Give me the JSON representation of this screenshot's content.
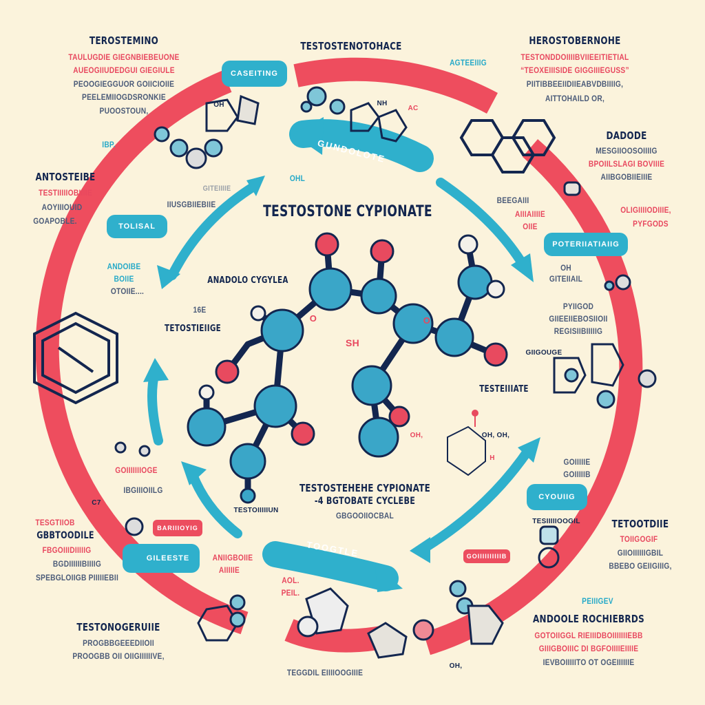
{
  "colors": {
    "background": "#fbf3dc",
    "ring": "#ee4d5e",
    "arrows": "#2fb0cc",
    "atom_blue": "#3aa6c8",
    "atom_red": "#e84a5f",
    "ink": "#13264f"
  },
  "main_title": "TESTOSTONE CYPIONATE",
  "top_title": "TESTOSTENOTOHACE",
  "center_caption": {
    "line1": "TESTOSTEHEHE CYPIONATE",
    "line2": "-4 BGTOBATE CYCLEBE",
    "line3": "GBGOOIIOCBAL"
  },
  "top_left": {
    "title": "TEROSTEMINO",
    "lines": [
      "TAULUGDIE GIEGNBIEBEUONE",
      "AUEOGIIUDEDGUI GIEGIULE",
      "PEOOGIEGGUOR GOIICIOIIE",
      "PEELEMIIOGDSRONKIE",
      "PUOOSTOUN,"
    ]
  },
  "top_right": {
    "title": "HEROSTOBERNOHE",
    "lines": [
      "TESTONDDOIIIIBVIIEEITIETIAL",
      "“TEOXEIIISIDE GIGGIIIEGUSS”",
      "PIITIBBEEIIDIIEABVDBIIIIG,",
      "AITTOHAILD OR,"
    ]
  },
  "left_mid": {
    "title": "ANTOSTEIBE",
    "lines": [
      "TESTIIIIIOBIIIIE",
      "AOYIIIOUID",
      "GOAPOBLE."
    ]
  },
  "right_mid": {
    "title": "DADODE",
    "lines": [
      "MESGIIOOSOIIIIG",
      "BPOIILSLAGI BOVIIIE",
      "AIIBGOBIIEIIIE"
    ]
  },
  "left_low": {
    "lines": [
      "TESGTIIOB",
      "GBBTOODILE",
      "FBGOIIIDIIIIIG",
      "BGDIIIIIIBIIIIG",
      "SPEBGLOIIGB PIIIIIEBII"
    ]
  },
  "bottom_left": {
    "title": "TESTONOGERUIIE",
    "lines": [
      "PROGBBGEEEDIIOII",
      "PROOGBB OII OIIGIIIIIIVE,"
    ]
  },
  "right_low": {
    "title": "TETOOTDIIE",
    "lines": [
      "TOIIGOGIF",
      "GIIOIIIIIIGBIL",
      "BBEBO GEIIGIIIG,"
    ]
  },
  "bottom_right": {
    "tag": "PEIIIGEV",
    "title": "ANDOOLE ROCHIEBRDS",
    "lines": [
      "GOTOIIGGL RIEIIIDBOIIIIIIIEBB",
      "GIIIGBOIIIC DI BGFOIIIIEIIIIE",
      "IEVBOIIIIITO OT OGEIIIIIIE"
    ]
  },
  "pills": {
    "casting": "CASEITING",
    "tolisal": "TOLISAL",
    "potentiating": "POTERIIATIAIIG",
    "cyouig": "CYOUIIG",
    "gileeste": "GILEESTE",
    "bariioyig": "BARIIIOYIG",
    "goiiiiiiib": "GOIIIIIIIIIIB"
  },
  "banners": {
    "top": "GUNDOLOTE",
    "bottom": "TOOGTLE"
  },
  "labels": {
    "agteeiiig": "AGTEEIIIG",
    "ibp": "IBP.",
    "giteniie": "GITEIIIIE",
    "iiusgbiiebiie": "IIUSGBIIEBIIE",
    "ohl": "OHL",
    "beegaiii": "BEEGAIII",
    "aiiiaiiiie": "AIIIAIIIIE",
    "oiie": "OIIE",
    "oligiiiodiiie": "OLIGIIIIODIIIE,",
    "pyfgods": "PYFGODS",
    "oh_right": "OH",
    "giteiiail": "GITEIIAIL",
    "pyiigod": "PYIIGOD",
    "giieeiiebosiioii": "GIIEEIIEBOSIIOII",
    "regisiibiiiiig": "REGISIIBIIIIIG",
    "anadolo": "ANADOLO CYGYLEA",
    "sixteen_e": "16E",
    "tetostieiige": "TETOSTIEIIGE",
    "testeiiate": "TESTEIIIATE",
    "giigouge": "GIIGOUGE",
    "andoibe": "ANDOIBE",
    "boiie": "BOIIE",
    "otoiie": "OTOIIE....",
    "goiiiiiiioge": "GOIIIIIIIOGE",
    "ibgiiioiilg": "IBGIIIOIILG",
    "c7": "C7",
    "testoiiiiiun": "TESTOIIIIIUN",
    "anigboiie": "ANIIGBOIIE",
    "aiiiiie": "AIIIIIE",
    "aol": "AOL.",
    "peil": "PEIL.",
    "tesiiiiioogil": "TESIIIIIOOGIL",
    "tegdil": "TEGGDIL EIIIIOOGIIIE",
    "goiiiie": "GOIIIIIE",
    "goiiiib": "GOIIIIIB",
    "oh1": "OH",
    "nh": "NH",
    "ac": "AC",
    "oh2": "OH,",
    "oh3": "OH, OH,",
    "oh4": "OH,",
    "h": "H",
    "o1": "O",
    "o2": "O",
    "sh": "SH"
  }
}
